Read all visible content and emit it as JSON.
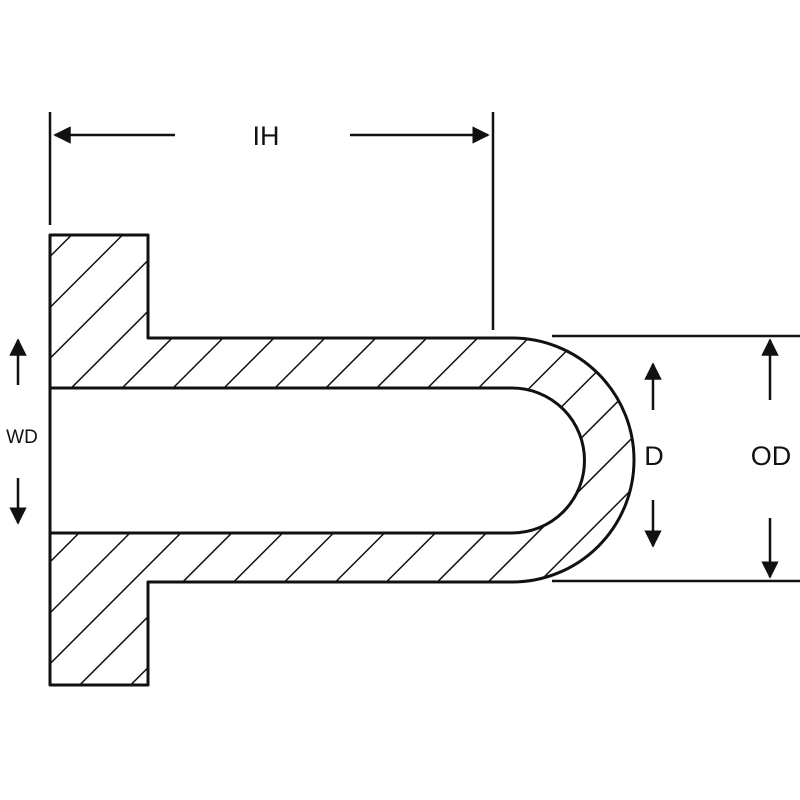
{
  "diagram": {
    "labels": {
      "ih": "IH",
      "wd": "WD",
      "d": "D",
      "od": "OD"
    },
    "colors": {
      "line": "#111111",
      "background": "#ffffff"
    }
  }
}
